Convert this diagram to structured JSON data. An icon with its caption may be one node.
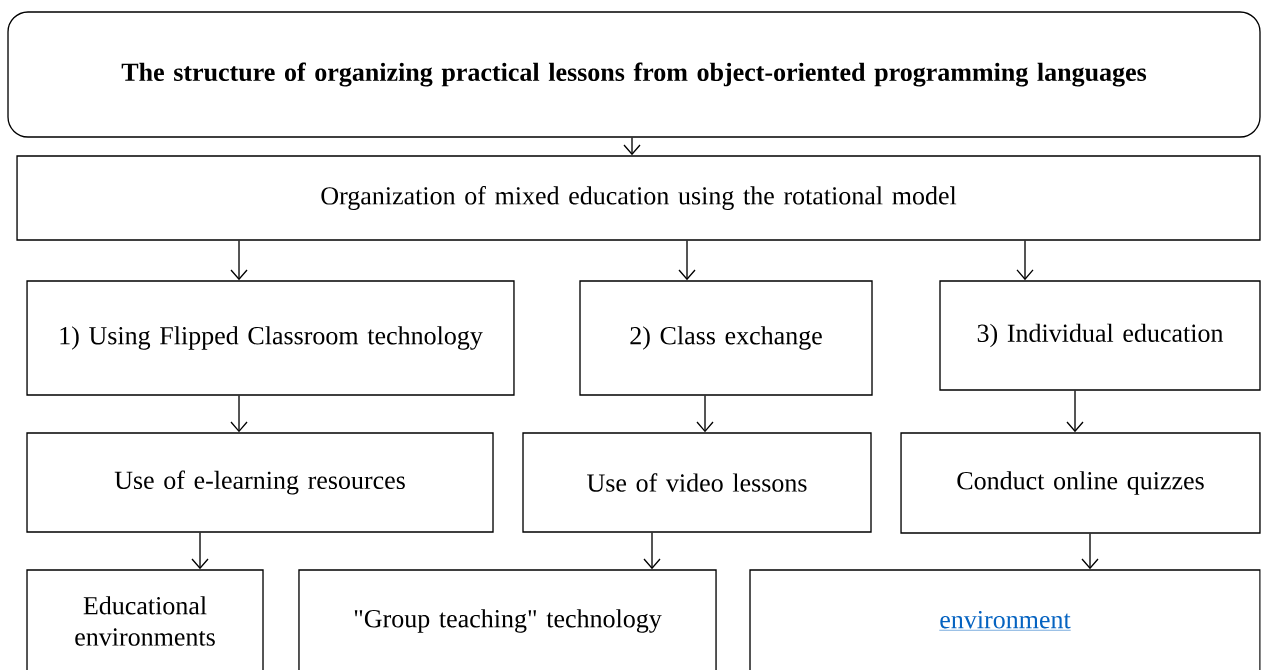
{
  "diagram": {
    "nodes": [
      {
        "text": [
          "The structure of organizing practical lessons from object-oriented programming languages"
        ]
      },
      {
        "text": [
          "Organization of mixed education using the rotational model"
        ]
      },
      {
        "text": [
          "1) Using Flipped Classroom technology"
        ]
      },
      {
        "text": [
          "2) Class exchange"
        ]
      },
      {
        "text": [
          "3) Individual education"
        ]
      },
      {
        "text": [
          "Use of e-learning resources"
        ]
      },
      {
        "text": [
          "Use of video lessons"
        ]
      },
      {
        "text": [
          "Conduct online quizzes"
        ]
      },
      {
        "text": [
          "Educational environments"
        ]
      },
      {
        "text": [
          "\"Group teaching\" technology"
        ]
      },
      {
        "text": [
          "environment"
        ]
      }
    ],
    "edges": [
      {
        "from": 0,
        "to": 1,
        "arrow": "to"
      },
      {
        "from": 1,
        "to": 2,
        "arrow": "to"
      },
      {
        "from": 1,
        "to": 3,
        "arrow": "to"
      },
      {
        "from": 1,
        "to": 4,
        "arrow": "to"
      },
      {
        "from": 2,
        "to": 5,
        "arrow": "to"
      },
      {
        "from": 3,
        "to": 6,
        "arrow": "to"
      },
      {
        "from": 4,
        "to": 7,
        "arrow": "to"
      },
      {
        "from": 5,
        "to": 8,
        "arrow": "to"
      },
      {
        "from": 6,
        "to": 9,
        "arrow": "to"
      },
      {
        "from": 7,
        "to": 10,
        "arrow": "to"
      }
    ]
  }
}
